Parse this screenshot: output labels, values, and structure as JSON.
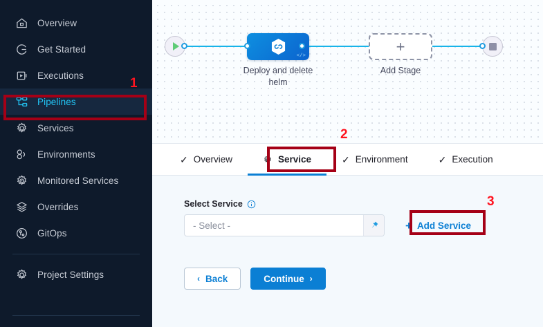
{
  "sidebar": {
    "items": [
      {
        "label": "Overview",
        "icon": "home-icon",
        "active": false
      },
      {
        "label": "Get Started",
        "icon": "get-started-icon",
        "active": false
      },
      {
        "label": "Executions",
        "icon": "executions-icon",
        "active": false
      },
      {
        "label": "Pipelines",
        "icon": "pipelines-icon",
        "active": true
      },
      {
        "label": "Services",
        "icon": "gear-icon",
        "active": false
      },
      {
        "label": "Environments",
        "icon": "environments-icon",
        "active": false
      },
      {
        "label": "Monitored Services",
        "icon": "monitored-services-icon",
        "active": false
      },
      {
        "label": "Overrides",
        "icon": "layers-icon",
        "active": false
      },
      {
        "label": "GitOps",
        "icon": "gitops-icon",
        "active": false
      }
    ],
    "settings": {
      "label": "Project Settings",
      "icon": "gear-icon"
    },
    "active_color": "#22C5F5",
    "background": "#0E1A2B"
  },
  "canvas": {
    "start_node": {
      "icon": "play-icon"
    },
    "end_node": {
      "icon": "stop-icon"
    },
    "stage": {
      "caption": "Deploy and delete helm",
      "icon": "harness-hex-icon",
      "badge": "</>",
      "color": "#0B7FD4"
    },
    "add_stage": {
      "caption": "Add Stage",
      "icon": "plus-icon"
    }
  },
  "tabs": [
    {
      "label": "Overview",
      "icon": "check-icon",
      "active": false
    },
    {
      "label": "Service",
      "icon": "gear-icon",
      "active": true
    },
    {
      "label": "Environment",
      "icon": "check-icon",
      "active": false
    },
    {
      "label": "Execution",
      "icon": "check-icon",
      "active": false
    }
  ],
  "form": {
    "select_service_label": "Select Service",
    "info_icon": "info-icon",
    "select_value": "- Select -",
    "pin_icon": "pin-icon",
    "add_service_label": "Add Service",
    "add_service_plus": "+",
    "back_label": "Back",
    "back_chevron": "‹",
    "continue_label": "Continue",
    "continue_chevron": "›"
  },
  "annotations": [
    {
      "number": "1",
      "target": "sidebar-item-pipelines"
    },
    {
      "number": "2",
      "target": "tab-service"
    },
    {
      "number": "3",
      "target": "add-service-button"
    }
  ],
  "colors": {
    "annotation_box": "#A50016",
    "annotation_number": "#FF1420",
    "primary_blue": "#0B7FD4",
    "wire_blue": "#18B4E9"
  }
}
